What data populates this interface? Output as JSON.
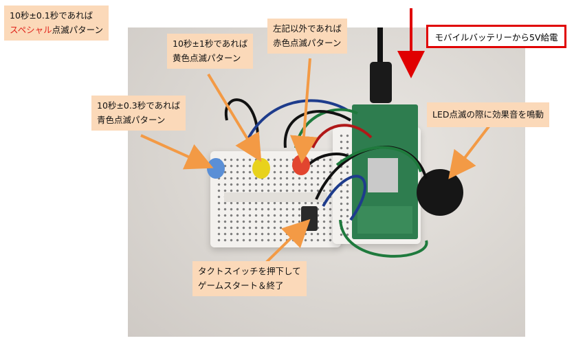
{
  "labels": {
    "special_line1": "10秒±0.1秒であれば",
    "special_highlight": "スペシャル",
    "special_rest": "点滅パターン",
    "yellow_line1": "10秒±1秒であれば",
    "yellow_line2": "黄色点滅パターン",
    "red_line1": "左記以外であれば",
    "red_line2": "赤色点滅パターン",
    "blue_line1": "10秒±0.3秒であれば",
    "blue_line2": "青色点滅パターン",
    "power": "モバイルバッテリーから5V給電",
    "buzzer": "LED点滅の際に効果音を鳴動",
    "switch_line1": "タクトスイッチを押下して",
    "switch_line2": "ゲームスタート＆終了"
  },
  "colors": {
    "label_bg": "#fbd9b9",
    "highlight": "#e0241b",
    "arrow_orange": "#f39a45",
    "power_border": "#e00000",
    "power_arrow": "#e00000"
  }
}
